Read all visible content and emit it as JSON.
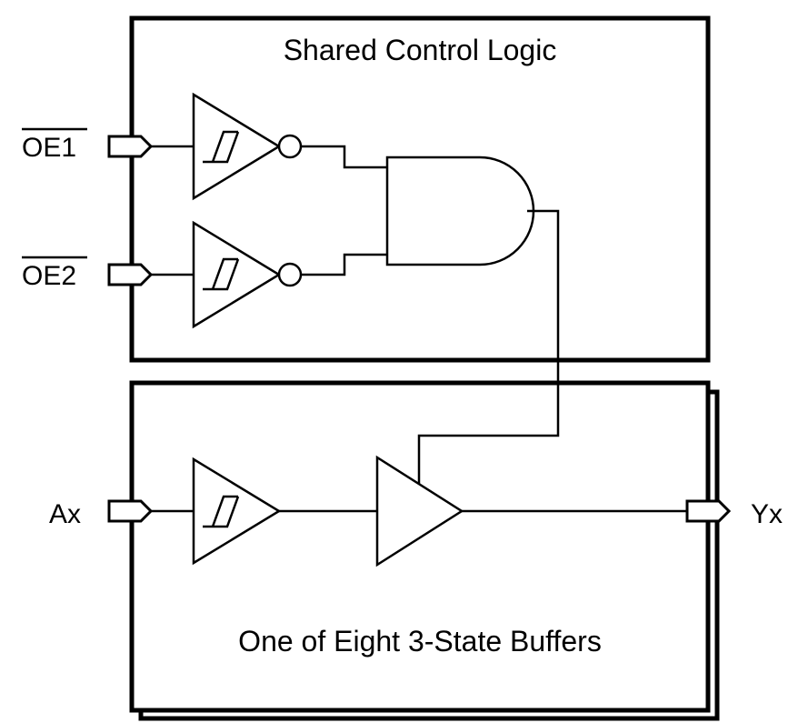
{
  "diagram": {
    "blocks": {
      "shared_control": {
        "title": "Shared Control Logic"
      },
      "buffer": {
        "title": "One of Eight 3-State Buffers",
        "stacked_copies": 2
      }
    },
    "pins": {
      "oe1": {
        "label": "OE1",
        "active_low": true
      },
      "oe2": {
        "label": "OE2",
        "active_low": true
      },
      "ax": {
        "label": "Ax"
      },
      "yx": {
        "label": "Yx"
      }
    },
    "components": [
      {
        "type": "schmitt-inverter",
        "input": "OE1"
      },
      {
        "type": "schmitt-inverter",
        "input": "OE2"
      },
      {
        "type": "and-gate",
        "inputs": [
          "inv1",
          "inv2"
        ],
        "output": "enable"
      },
      {
        "type": "schmitt-buffer",
        "input": "Ax"
      },
      {
        "type": "tri-state-buffer",
        "enable": "enable",
        "output": "Yx"
      }
    ]
  }
}
